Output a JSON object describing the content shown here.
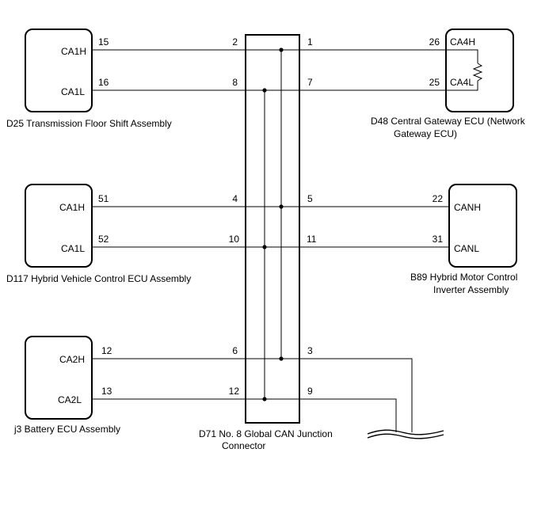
{
  "ecus": {
    "d25": {
      "label": "D25 Transmission Floor Shift Assembly",
      "signal_h": "CA1H",
      "signal_l": "CA1L",
      "pin_h": "15",
      "pin_l": "16"
    },
    "d117": {
      "label": "D117 Hybrid Vehicle Control ECU Assembly",
      "signal_h": "CA1H",
      "signal_l": "CA1L",
      "pin_h": "51",
      "pin_l": "52"
    },
    "j3": {
      "label": "j3 Battery ECU Assembly",
      "signal_h": "CA2H",
      "signal_l": "CA2L",
      "pin_h": "12",
      "pin_l": "13"
    },
    "d48": {
      "label_line1": "D48 Central Gateway ECU (Network",
      "label_line2": "Gateway ECU)",
      "signal_h": "CA4H",
      "signal_l": "CA4L",
      "pin_h": "26",
      "pin_l": "25"
    },
    "b89": {
      "label_line1": "B89 Hybrid Motor Control",
      "label_line2": "Inverter Assembly",
      "signal_h": "CANH",
      "signal_l": "CANL",
      "pin_h": "22",
      "pin_l": "31"
    }
  },
  "junction": {
    "label_line1": "D71 No. 8 Global CAN Junction",
    "label_line2": "Connector",
    "left_pins": [
      "2",
      "8",
      "4",
      "10",
      "6",
      "12"
    ],
    "right_pins": [
      "1",
      "7",
      "5",
      "11",
      "3",
      "9"
    ]
  }
}
